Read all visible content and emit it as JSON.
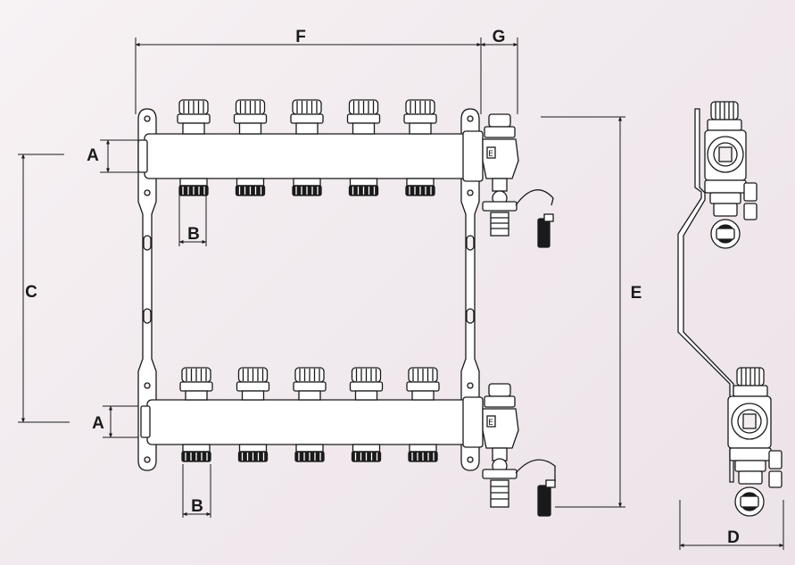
{
  "diagram": {
    "dimension_labels": {
      "a_top": "A",
      "a_bottom": "A",
      "b_top": "B",
      "b_bottom": "B",
      "c": "C",
      "d": "D",
      "e": "E",
      "f": "F",
      "g": "G"
    },
    "outlets_per_bar": 5,
    "colors": {
      "line": "#1a1a1a",
      "fill": "#ffffff",
      "background": "#f3edf0"
    }
  }
}
